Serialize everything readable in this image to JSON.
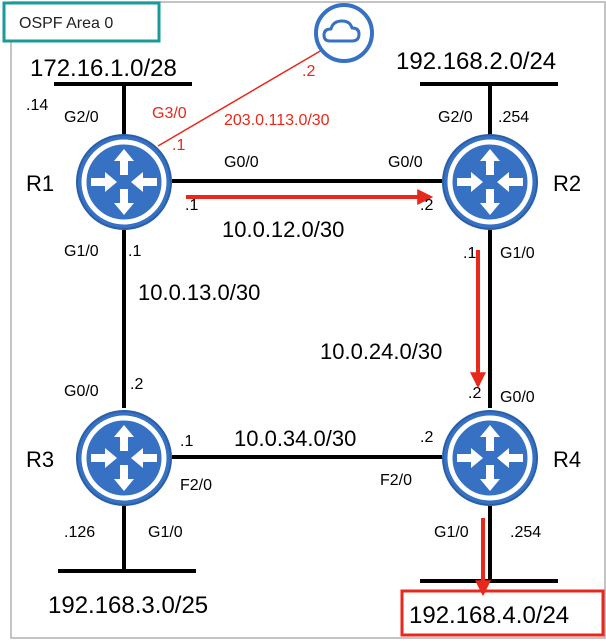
{
  "area_label": "OSPF Area 0",
  "colors": {
    "router": "#3671c4",
    "link": "#000000",
    "highlight": "#e8281b",
    "area_border": "#1a9a9a",
    "frame": "#b0b0b0"
  },
  "routers": {
    "r1": "R1",
    "r2": "R2",
    "r3": "R3",
    "r4": "R4"
  },
  "cloud": {
    "icon": "cloud-icon",
    "ip": ".2"
  },
  "networks": {
    "r1_lan": "172.16.1.0/28",
    "r2_lan": "192.168.2.0/24",
    "r3_lan": "192.168.3.0/25",
    "r4_lan": "192.168.4.0/24",
    "r1_r2": "10.0.12.0/30",
    "r1_r3": "10.0.13.0/30",
    "r2_r4": "10.0.24.0/30",
    "r3_r4": "10.0.34.0/30",
    "r1_internet": "203.0.113.0/30"
  },
  "labels": {
    "r1_g2_ip": ".14",
    "r1_g2_if": "G2/0",
    "r1_g3_if": "G3/0",
    "r1_g3_ip": ".1",
    "r1_g00_if": "G0/0",
    "r1_g00_ip": ".1",
    "r1_g10_if": "G1/0",
    "r1_g10_ip": ".1",
    "r2_g20_if": "G2/0",
    "r2_g20_ip": ".254",
    "r2_g00_if": "G0/0",
    "r2_g00_ip": ".2",
    "r2_g10_ip": ".1",
    "r2_g10_if": "G1/0",
    "r3_g00_if": "G0/0",
    "r3_g00_ip": ".2",
    "r3_f20_ip": ".1",
    "r3_f20_if": "F2/0",
    "r3_g10_ip": ".126",
    "r3_g10_if": "G1/0",
    "r4_f20_ip": ".2",
    "r4_f20_if": "F2/0",
    "r4_g00_ip": ".2",
    "r4_g00_if": "G0/0",
    "r4_g10_if": "G1/0",
    "r4_g10_ip": ".254"
  }
}
